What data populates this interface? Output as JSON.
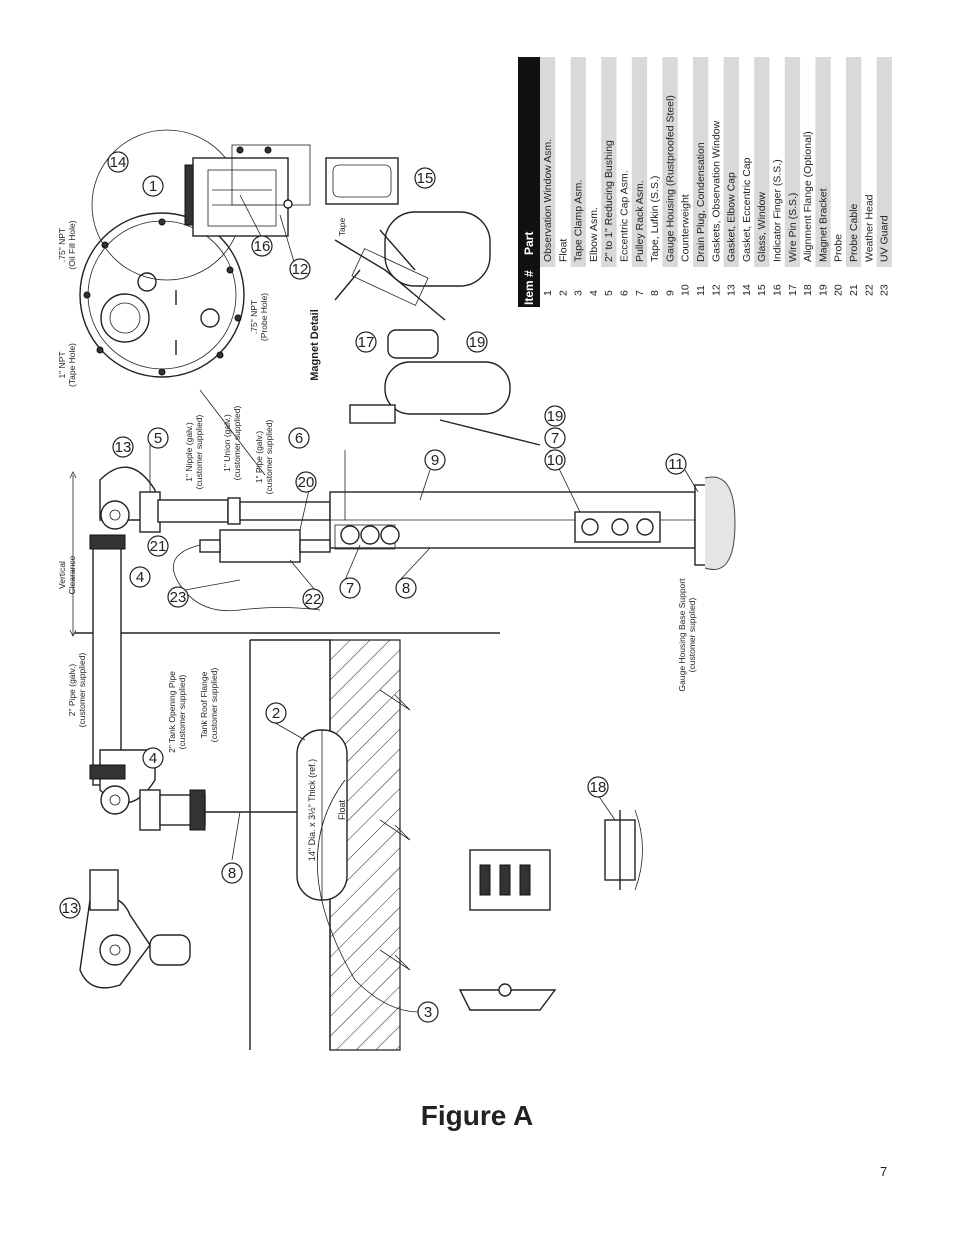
{
  "figure": {
    "caption": "Figure A",
    "page_number": "7"
  },
  "parts_table": {
    "headers": {
      "item": "Item #",
      "part": "Part"
    },
    "rows": [
      {
        "item": "1",
        "part": "Observation Window Asm."
      },
      {
        "item": "2",
        "part": "Float"
      },
      {
        "item": "3",
        "part": "Tape Clamp Asm."
      },
      {
        "item": "4",
        "part": "Elbow Asm."
      },
      {
        "item": "5",
        "part": "2\" to 1\" Reducing Bushing"
      },
      {
        "item": "6",
        "part": "Eccentric Cap Asm."
      },
      {
        "item": "7",
        "part": "Pulley Rack Asm."
      },
      {
        "item": "8",
        "part": "Tape, Lufkin (S.S.)"
      },
      {
        "item": "9",
        "part": "Gauge Housing (Rustproofed Steel)"
      },
      {
        "item": "10",
        "part": "Counterweight"
      },
      {
        "item": "11",
        "part": "Drain Plug, Condensation"
      },
      {
        "item": "12",
        "part": "Gaskets, Observation Window"
      },
      {
        "item": "13",
        "part": "Gasket, Elbow Cap"
      },
      {
        "item": "14",
        "part": "Gasket, Eccentric Cap"
      },
      {
        "item": "15",
        "part": "Glass, Window"
      },
      {
        "item": "16",
        "part": "Indicator Finger (S.S.)"
      },
      {
        "item": "17",
        "part": "Wire Pin (S.S.)"
      },
      {
        "item": "18",
        "part": "Alignment Flange (Optional)"
      },
      {
        "item": "19",
        "part": "Magnet Bracket"
      },
      {
        "item": "20",
        "part": "Probe"
      },
      {
        "item": "21",
        "part": "Probe Cable"
      },
      {
        "item": "22",
        "part": "Weather Head"
      },
      {
        "item": "23",
        "part": "UV Guard"
      }
    ]
  },
  "annotations": {
    "npt_oil_fill": ".75\" NPT",
    "npt_oil_fill_sub": "(Oil Fill Hole)",
    "npt_tape": "1\" NPT",
    "npt_tape_sub": "(Tape Hole)",
    "npt_probe": ".75\" NPT",
    "npt_probe_sub": "(Probe Hole)",
    "nipple": "1\" Nipple (galv.)",
    "nipple_sub": "(customer supplied)",
    "union": "1\" Union (galv.)",
    "union_sub": "(customer supplied)",
    "pipe_1in": "1\" Pipe (galv.)",
    "pipe_1in_sub": "(customer supplied)",
    "vertical_clearance_1": "Vertical",
    "vertical_clearance_2": "Clearance",
    "pipe_2in": "2\" Pipe (galv.)",
    "pipe_2in_sub": "(customer supplied)",
    "tank_opening": "2\" Tank Opening Pipe",
    "tank_opening_sub": "(customer supplied)",
    "roof_flange": "Tank Roof Flange",
    "roof_flange_sub": "(customer supplied)",
    "base_support": "Gauge Housing Base Support",
    "base_support_sub": "(customer supplied)",
    "magnet_detail": "Magnet Detail",
    "tape": "Tape",
    "float_size": "14\" Dia. x 3½\" Thick (ref.)",
    "float": "Float"
  },
  "callouts": [
    "14",
    "1",
    "16",
    "12",
    "15",
    "17",
    "19",
    "13",
    "5",
    "6",
    "20",
    "10",
    "7",
    "19",
    "9",
    "11",
    "21",
    "4",
    "23",
    "22",
    "7",
    "8",
    "2",
    "4",
    "18",
    "8",
    "13",
    "3"
  ]
}
